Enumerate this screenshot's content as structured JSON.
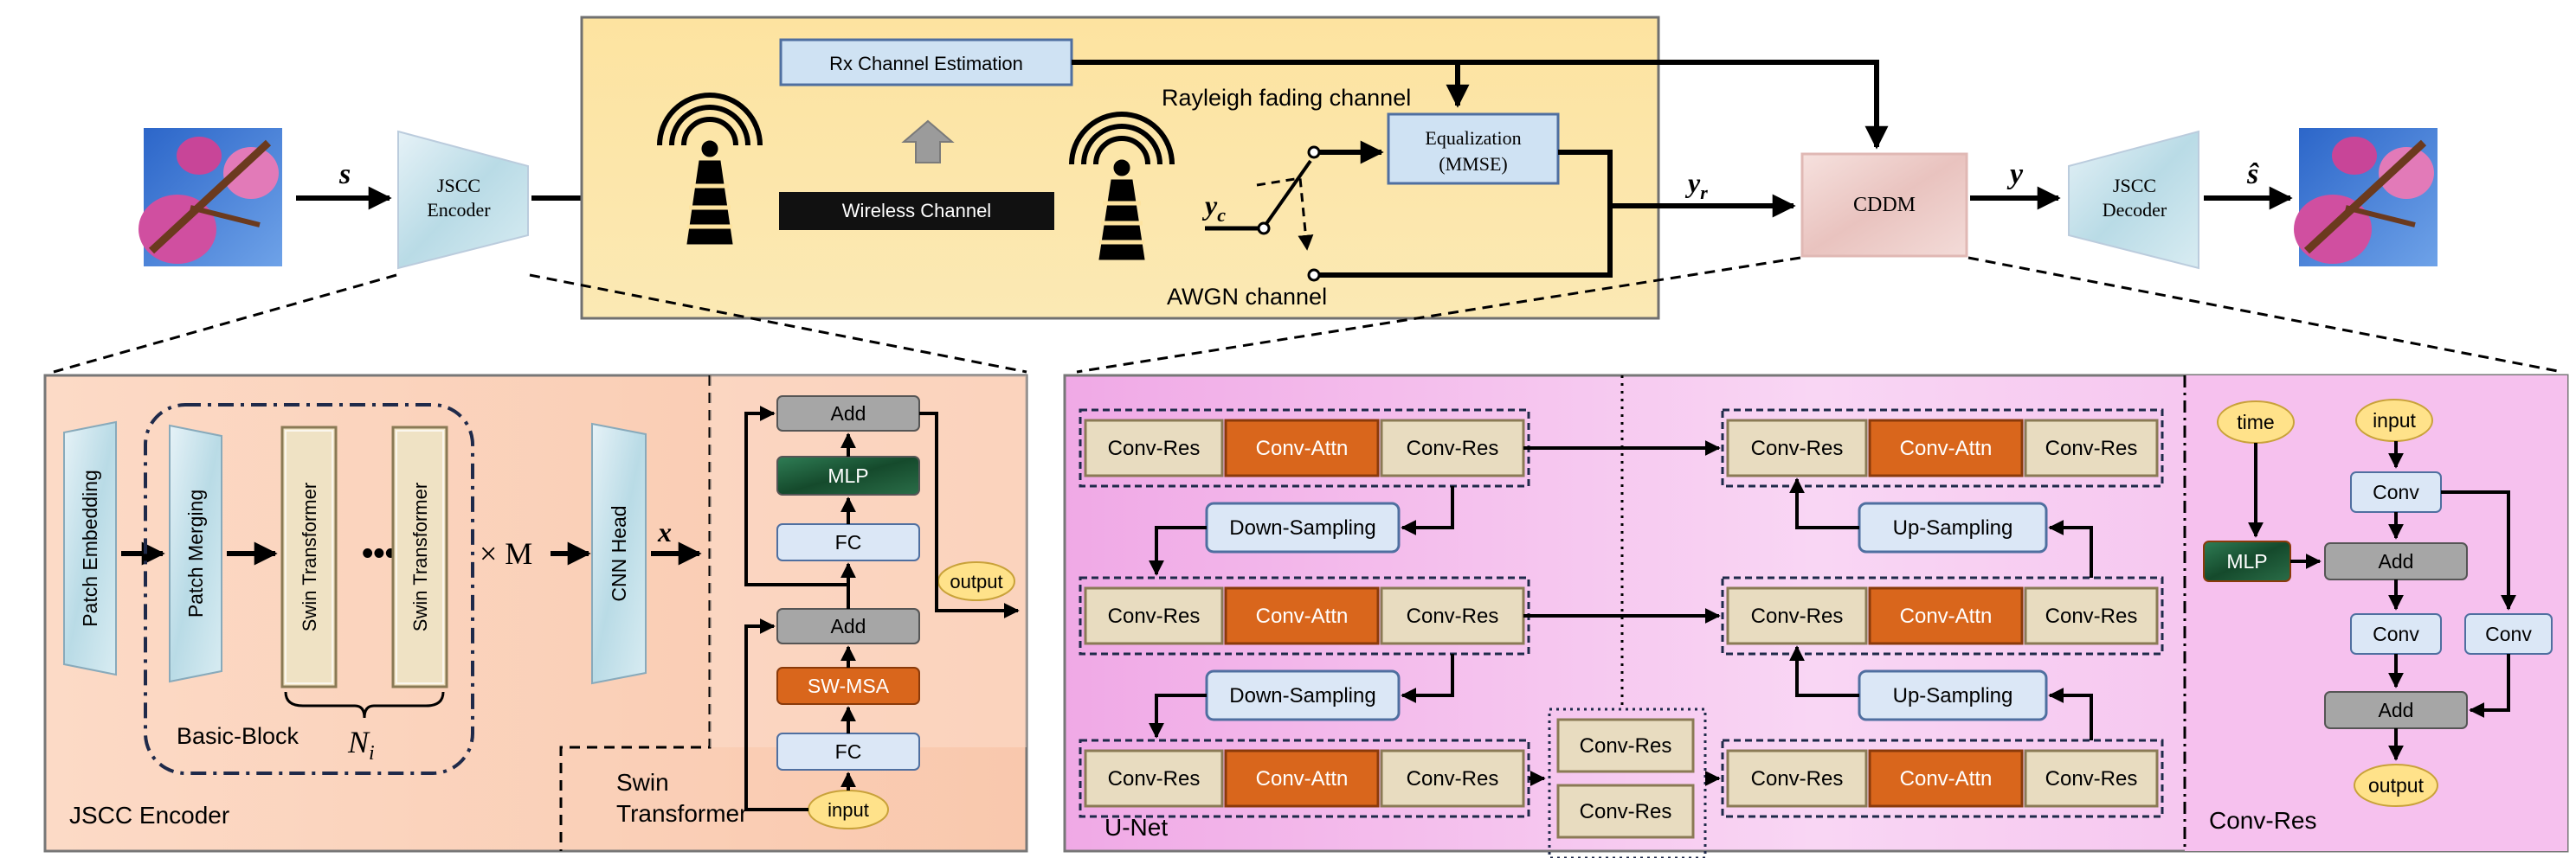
{
  "colors": {
    "channel_bg": "#fde9a6",
    "encoder_bg": "#fbd3bb",
    "unet_bg": "#f7c5ef",
    "convres_bg": "#f7c5ef",
    "conv_res_block": "#e8dcc0",
    "conv_attn_block": "#d9661c",
    "light_blue_block": "#dbe7f6",
    "gray_block": "#a6a6a6",
    "mlp_block": "#1f5c3a",
    "oval_yellow": "#ffe28a"
  },
  "top": {
    "symbols": {
      "s": "s",
      "x": "x",
      "y_c": "y",
      "y_c_sub": "c",
      "y_r": "y",
      "y_r_sub": "r",
      "y": "y",
      "s_hat": "ŝ"
    },
    "jscc_encoder_line1": "JSCC",
    "jscc_encoder_line2": "Encoder",
    "jscc_decoder_line1": "JSCC",
    "jscc_decoder_line2": "Decoder",
    "rx_channel_estimation": "Rx Channel Estimation",
    "rayleigh_label": "Rayleigh  fading channel",
    "equalization_line1": "Equalization",
    "equalization_line2": "(MMSE)",
    "wireless_channel": "Wireless Channel",
    "awgn_label": "AWGN channel",
    "cddm": "CDDM"
  },
  "encoder_panel": {
    "patch_embedding": "Patch Embedding",
    "patch_merging": "Patch Merging",
    "swin_transformer": "Swin Transformer",
    "dots": "•••",
    "times_m": "× M",
    "cnn_head": "CNN Head",
    "x_symbol": "x",
    "basic_block": "Basic-Block",
    "n_i": "N",
    "n_i_sub": "i",
    "title": "JSCC Encoder"
  },
  "swin_panel": {
    "add_top": "Add",
    "mlp": "MLP",
    "fc_top": "FC",
    "output": "output",
    "add_bottom": "Add",
    "sw_msa": "SW-MSA",
    "fc_bottom": "FC",
    "input": "input",
    "title_line1": "Swin",
    "title_line2": "Transformer"
  },
  "unet_panel": {
    "conv_res": "Conv-Res",
    "conv_attn": "Conv-Attn",
    "down_sampling": "Down-Sampling",
    "up_sampling": "Up-Sampling",
    "title": "U-Net"
  },
  "convres_panel": {
    "time": "time",
    "input": "input",
    "conv": "Conv",
    "mlp": "MLP",
    "add": "Add",
    "output": "output",
    "title": "Conv-Res"
  }
}
